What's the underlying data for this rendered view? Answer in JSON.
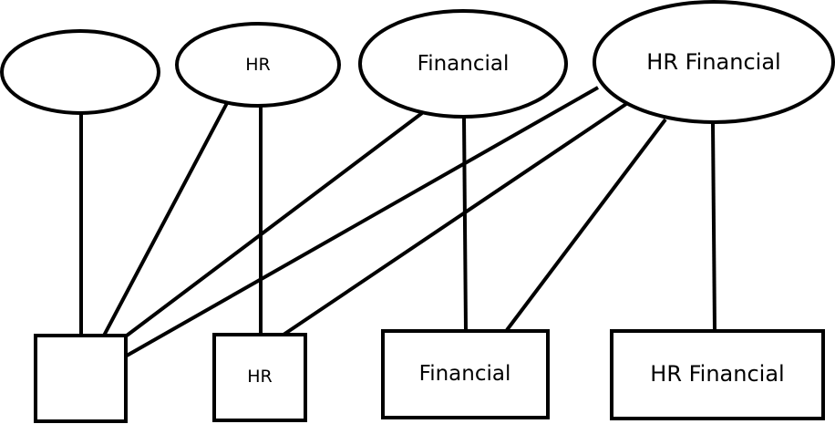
{
  "diagram": {
    "top_nodes": [
      {
        "id": "t-empty",
        "label": ""
      },
      {
        "id": "t-hr",
        "label": "HR"
      },
      {
        "id": "t-financial",
        "label": "Financial"
      },
      {
        "id": "t-hr-financial",
        "label": "HR Financial"
      }
    ],
    "bottom_nodes": [
      {
        "id": "b-empty",
        "label": ""
      },
      {
        "id": "b-hr",
        "label": "HR"
      },
      {
        "id": "b-financial",
        "label": "Financial"
      },
      {
        "id": "b-hr-financial",
        "label": "HR Financial"
      }
    ],
    "edges": [
      {
        "from": "t-empty",
        "to": "b-empty"
      },
      {
        "from": "t-hr",
        "to": "b-empty"
      },
      {
        "from": "t-hr",
        "to": "b-hr"
      },
      {
        "from": "t-financial",
        "to": "b-empty"
      },
      {
        "from": "t-financial",
        "to": "b-financial"
      },
      {
        "from": "t-hr-financial",
        "to": "b-empty"
      },
      {
        "from": "t-hr-financial",
        "to": "b-hr"
      },
      {
        "from": "t-hr-financial",
        "to": "b-financial"
      },
      {
        "from": "t-hr-financial",
        "to": "b-hr-financial"
      }
    ]
  }
}
